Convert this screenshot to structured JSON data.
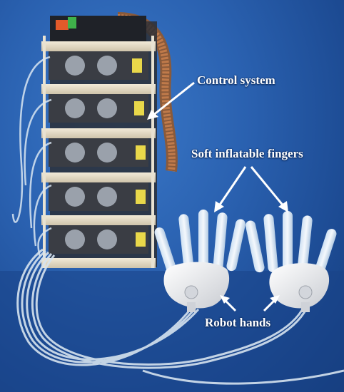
{
  "labels": {
    "control_system": "Control system",
    "soft_fingers": "Soft inflatable fingers",
    "robot_hands": "Robot hands"
  },
  "colors": {
    "background": "#2a61b0",
    "label_text": "#ffffff",
    "arrow": "#ffffff"
  }
}
